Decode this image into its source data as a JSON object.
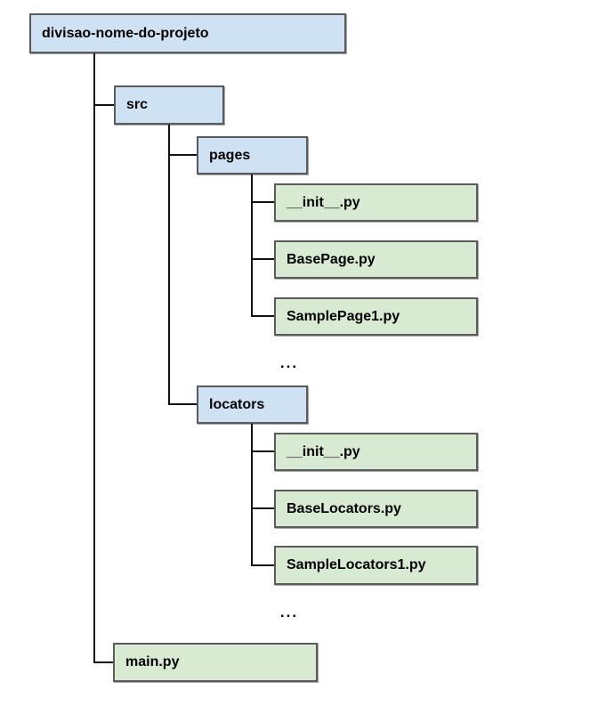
{
  "diagram": {
    "description": "Project folder structure tree",
    "root_label": "divisao-nome-do-projeto",
    "nodes": {
      "root": {
        "label": "divisao-nome-do-projeto",
        "type": "folder"
      },
      "src": {
        "label": "src",
        "type": "folder"
      },
      "pages": {
        "label": "pages",
        "type": "folder"
      },
      "pages_init": {
        "label": "__init__.py",
        "type": "file"
      },
      "base_page": {
        "label": "BasePage.py",
        "type": "file"
      },
      "sample_page": {
        "label": "SamplePage1.py",
        "type": "file"
      },
      "pages_more": {
        "label": "...",
        "type": "ellipsis"
      },
      "locators": {
        "label": "locators",
        "type": "folder"
      },
      "locators_init": {
        "label": "__init__.py",
        "type": "file"
      },
      "base_locators": {
        "label": "BaseLocators.py",
        "type": "file"
      },
      "sample_locators": {
        "label": "SampleLocators1.py",
        "type": "file"
      },
      "locators_more": {
        "label": "...",
        "type": "ellipsis"
      },
      "main": {
        "label": "main.py",
        "type": "file"
      }
    },
    "colors": {
      "canvas_bg": "#ffffff",
      "folder_fill": "#cfe2f3",
      "file_fill": "#d9ead3",
      "border": "#5b5b5b",
      "line": "#111111",
      "text": "#000000"
    }
  }
}
